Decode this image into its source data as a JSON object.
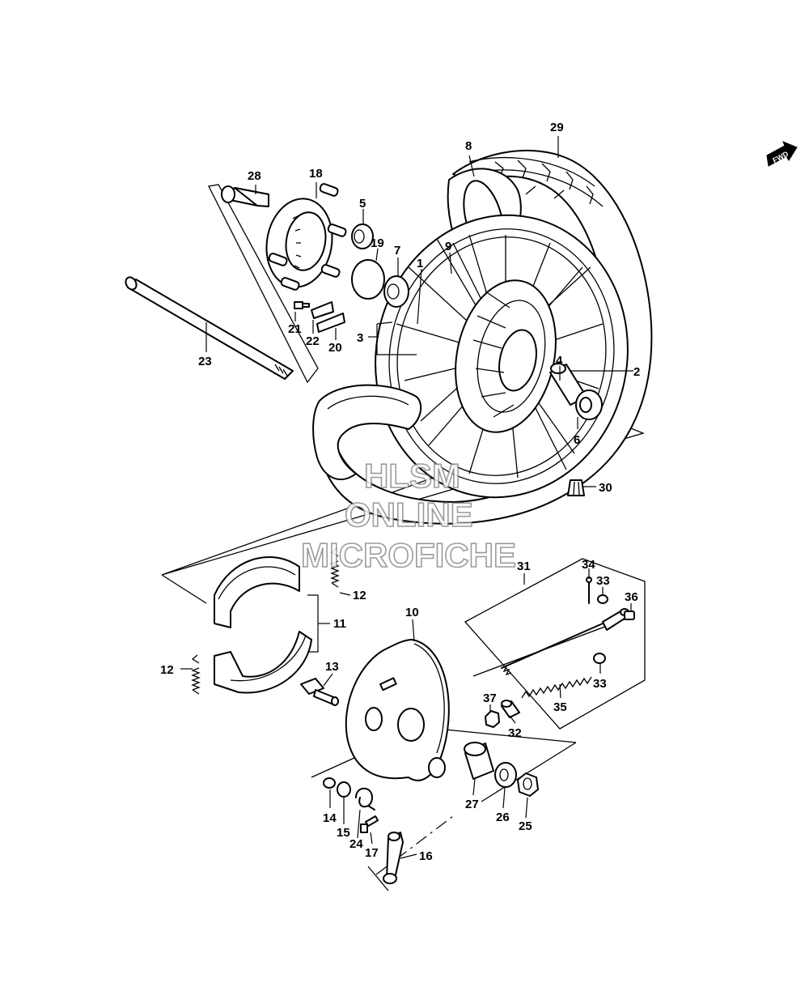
{
  "callouts": [
    {
      "id": "c1",
      "text": "1"
    },
    {
      "id": "c2",
      "text": "2"
    },
    {
      "id": "c3",
      "text": "3"
    },
    {
      "id": "c4",
      "text": "4"
    },
    {
      "id": "c5",
      "text": "5"
    },
    {
      "id": "c6",
      "text": "6"
    },
    {
      "id": "c7",
      "text": "7"
    },
    {
      "id": "c8",
      "text": "8"
    },
    {
      "id": "c9",
      "text": "9"
    },
    {
      "id": "c10",
      "text": "10"
    },
    {
      "id": "c11",
      "text": "11"
    },
    {
      "id": "c12a",
      "text": "12"
    },
    {
      "id": "c12b",
      "text": "12"
    },
    {
      "id": "c13",
      "text": "13"
    },
    {
      "id": "c14",
      "text": "14"
    },
    {
      "id": "c15",
      "text": "15"
    },
    {
      "id": "c16",
      "text": "16"
    },
    {
      "id": "c17",
      "text": "17"
    },
    {
      "id": "c18",
      "text": "18"
    },
    {
      "id": "c19",
      "text": "19"
    },
    {
      "id": "c20",
      "text": "20"
    },
    {
      "id": "c21",
      "text": "21"
    },
    {
      "id": "c22",
      "text": "22"
    },
    {
      "id": "c23",
      "text": "23"
    },
    {
      "id": "c24",
      "text": "24"
    },
    {
      "id": "c25",
      "text": "25"
    },
    {
      "id": "c26",
      "text": "26"
    },
    {
      "id": "c27",
      "text": "27"
    },
    {
      "id": "c28",
      "text": "28"
    },
    {
      "id": "c29",
      "text": "29"
    },
    {
      "id": "c30",
      "text": "30"
    },
    {
      "id": "c31",
      "text": "31"
    },
    {
      "id": "c32",
      "text": "32"
    },
    {
      "id": "c33a",
      "text": "33"
    },
    {
      "id": "c33b",
      "text": "33"
    },
    {
      "id": "c34",
      "text": "34"
    },
    {
      "id": "c35",
      "text": "35"
    },
    {
      "id": "c36",
      "text": "36"
    },
    {
      "id": "c37",
      "text": "37"
    }
  ],
  "fwd_label": "FWD",
  "watermark": {
    "line1": "HLSM",
    "line2": "ONLINE",
    "line3": "MICROFICHE"
  },
  "colors": {
    "line": "#000000",
    "background": "#ffffff",
    "watermark": "#8a8a8a"
  }
}
